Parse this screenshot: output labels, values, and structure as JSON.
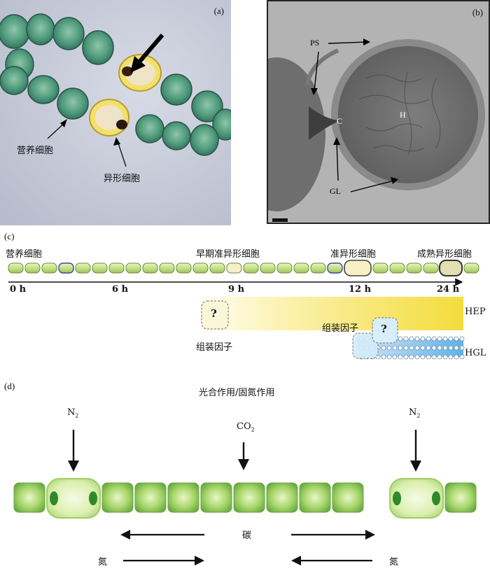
{
  "panel_a": {
    "label": "(a)",
    "vegetative_cell": "营养细胞",
    "heterocyst": "异形细胞"
  },
  "panel_b": {
    "label": "(b)",
    "ps": "PS",
    "c": "C",
    "h": "H",
    "gl": "GL"
  },
  "panel_c": {
    "label": "(c)",
    "stages": {
      "vegetative": "营养细胞",
      "early_proheterocyst": "早期准异形细胞",
      "proheterocyst": "准异形细胞",
      "mature_heterocyst": "成熟异形细胞"
    },
    "time_ticks": [
      "0 h",
      "6 h",
      "9 h",
      "12 h",
      "24 h"
    ],
    "hep": "HEP",
    "hgl": "HGL",
    "assembly_factor": "组装因子",
    "question_mark": "?"
  },
  "panel_d": {
    "label": "(d)",
    "title": "光合作用/固氮作用",
    "n2_left": "N",
    "n2_left_sub": "2",
    "co2": "CO",
    "co2_sub": "2",
    "n2_right": "N",
    "n2_right_sub": "2",
    "carbon": "碳",
    "nitrogen_left": "氮",
    "nitrogen_right": "氮"
  }
}
